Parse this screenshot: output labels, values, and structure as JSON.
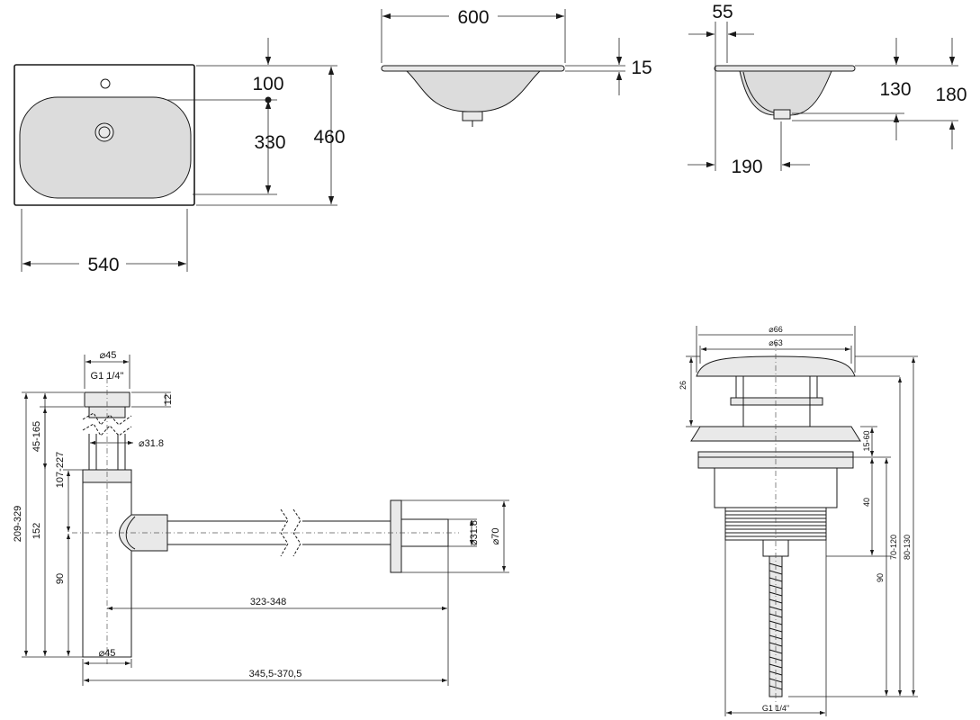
{
  "basin_top_view": {
    "dim_100": "100",
    "dim_330": "330",
    "dim_460": "460",
    "dim_540": "540"
  },
  "basin_front_view": {
    "dim_600": "600",
    "dim_15": "15"
  },
  "basin_side_view": {
    "dim_55": "55",
    "dim_130": "130",
    "dim_180": "180",
    "dim_190": "190"
  },
  "siphon": {
    "dia_top": "⌀45",
    "thread": "G1 1/4\"",
    "dim_12": "12",
    "dia_tube": "⌀31.8",
    "dim_45_165": "45-165",
    "dim_107_227": "107-227",
    "dim_209_329": "209-329",
    "dim_152": "152",
    "dim_90": "90",
    "dia_wall_tube": "⌀31.8",
    "dia_rosette": "⌀70",
    "dim_323_348": "323-348",
    "dia_bottom": "⌀45",
    "dim_345_370": "345,5-370,5"
  },
  "drain_valve": {
    "dia_66": "⌀66",
    "dia_63": "⌀63",
    "dim_26": "26",
    "dim_15_60": "15-60",
    "dim_40": "40",
    "dim_90": "90",
    "dim_70_120": "70-120",
    "dim_80_130": "80-130",
    "thread": "G1 1/4\""
  }
}
